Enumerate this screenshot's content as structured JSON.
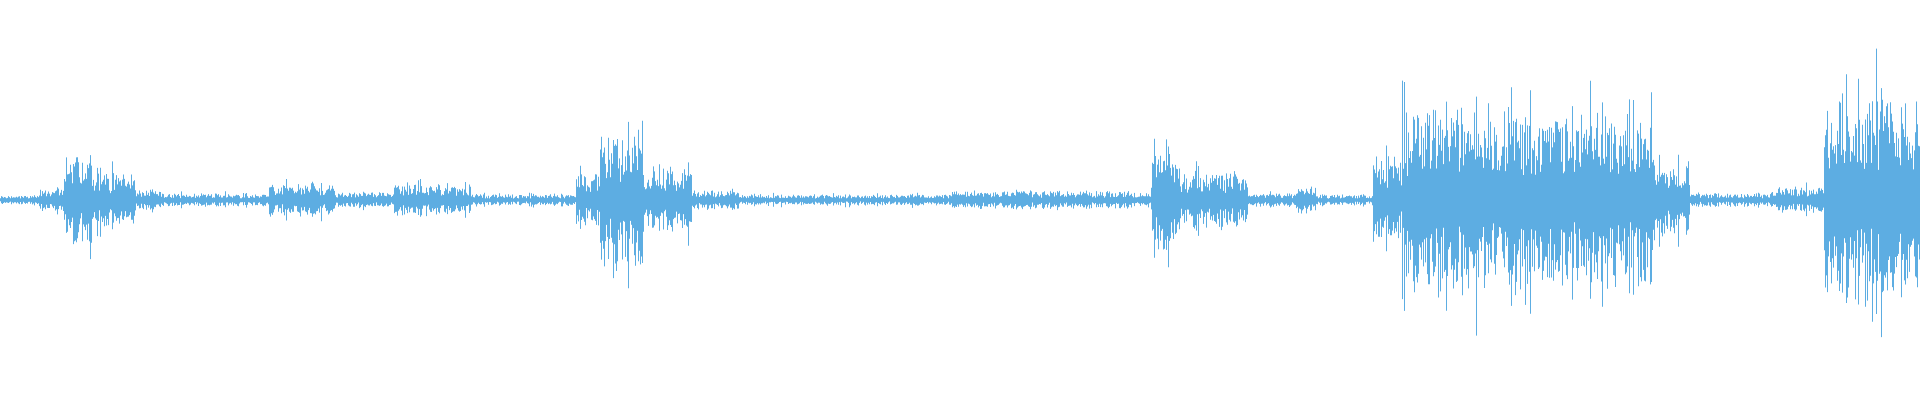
{
  "waveform": {
    "color": "#5dade2",
    "background": "#ffffff",
    "channels": 1,
    "amplitude_segments": [
      {
        "start": 0.0,
        "end": 0.02,
        "peak": 0.04
      },
      {
        "start": 0.02,
        "end": 0.033,
        "peak": 0.1
      },
      {
        "start": 0.033,
        "end": 0.048,
        "peak": 0.42
      },
      {
        "start": 0.048,
        "end": 0.07,
        "peak": 0.25
      },
      {
        "start": 0.07,
        "end": 0.085,
        "peak": 0.1
      },
      {
        "start": 0.085,
        "end": 0.14,
        "peak": 0.06
      },
      {
        "start": 0.14,
        "end": 0.175,
        "peak": 0.15
      },
      {
        "start": 0.175,
        "end": 0.205,
        "peak": 0.07
      },
      {
        "start": 0.205,
        "end": 0.245,
        "peak": 0.14
      },
      {
        "start": 0.245,
        "end": 0.3,
        "peak": 0.05
      },
      {
        "start": 0.3,
        "end": 0.312,
        "peak": 0.25
      },
      {
        "start": 0.312,
        "end": 0.335,
        "peak": 0.62
      },
      {
        "start": 0.335,
        "end": 0.36,
        "peak": 0.3
      },
      {
        "start": 0.36,
        "end": 0.385,
        "peak": 0.09
      },
      {
        "start": 0.385,
        "end": 0.495,
        "peak": 0.05
      },
      {
        "start": 0.495,
        "end": 0.6,
        "peak": 0.08
      },
      {
        "start": 0.6,
        "end": 0.615,
        "peak": 0.45
      },
      {
        "start": 0.615,
        "end": 0.65,
        "peak": 0.25
      },
      {
        "start": 0.65,
        "end": 0.675,
        "peak": 0.06
      },
      {
        "start": 0.675,
        "end": 0.685,
        "peak": 0.12
      },
      {
        "start": 0.685,
        "end": 0.715,
        "peak": 0.05
      },
      {
        "start": 0.715,
        "end": 0.73,
        "peak": 0.4
      },
      {
        "start": 0.73,
        "end": 0.8,
        "peak": 0.85
      },
      {
        "start": 0.8,
        "end": 0.86,
        "peak": 0.78
      },
      {
        "start": 0.86,
        "end": 0.88,
        "peak": 0.35
      },
      {
        "start": 0.88,
        "end": 0.925,
        "peak": 0.06
      },
      {
        "start": 0.925,
        "end": 0.95,
        "peak": 0.12
      },
      {
        "start": 0.95,
        "end": 1.0,
        "peak": 0.98
      }
    ]
  }
}
